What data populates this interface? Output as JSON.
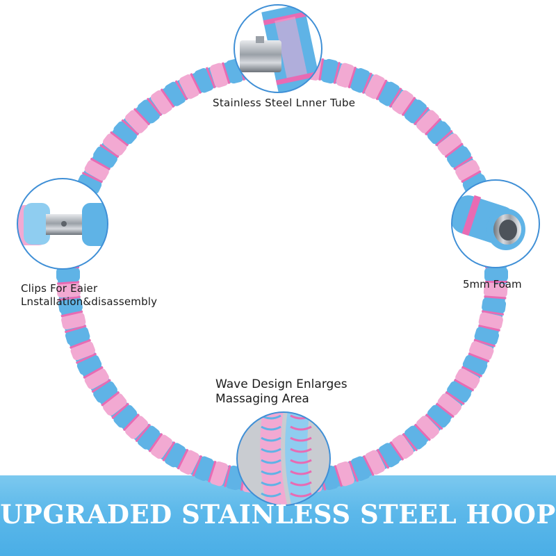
{
  "labels": {
    "inner_tube": "Stainless Steel Lnner Tube",
    "clips_line1": "Clips For Eaier",
    "clips_line2": "Lnstallation&disassembly",
    "foam": "5mm Foam",
    "wave_line1": "Wave Design Enlarges",
    "wave_line2": "Massaging Area"
  },
  "banner": {
    "text": "UPGRADED STAINLESS STEEL HOOP"
  },
  "colors": {
    "foam_blue": "#5fb3e6",
    "foam_pink": "#f2a9d2",
    "band_pink": "#e86bb3",
    "steel": "#b8bcc2",
    "banner_blue": "#56b4ea",
    "callout_ring": "#3f8fd6"
  }
}
